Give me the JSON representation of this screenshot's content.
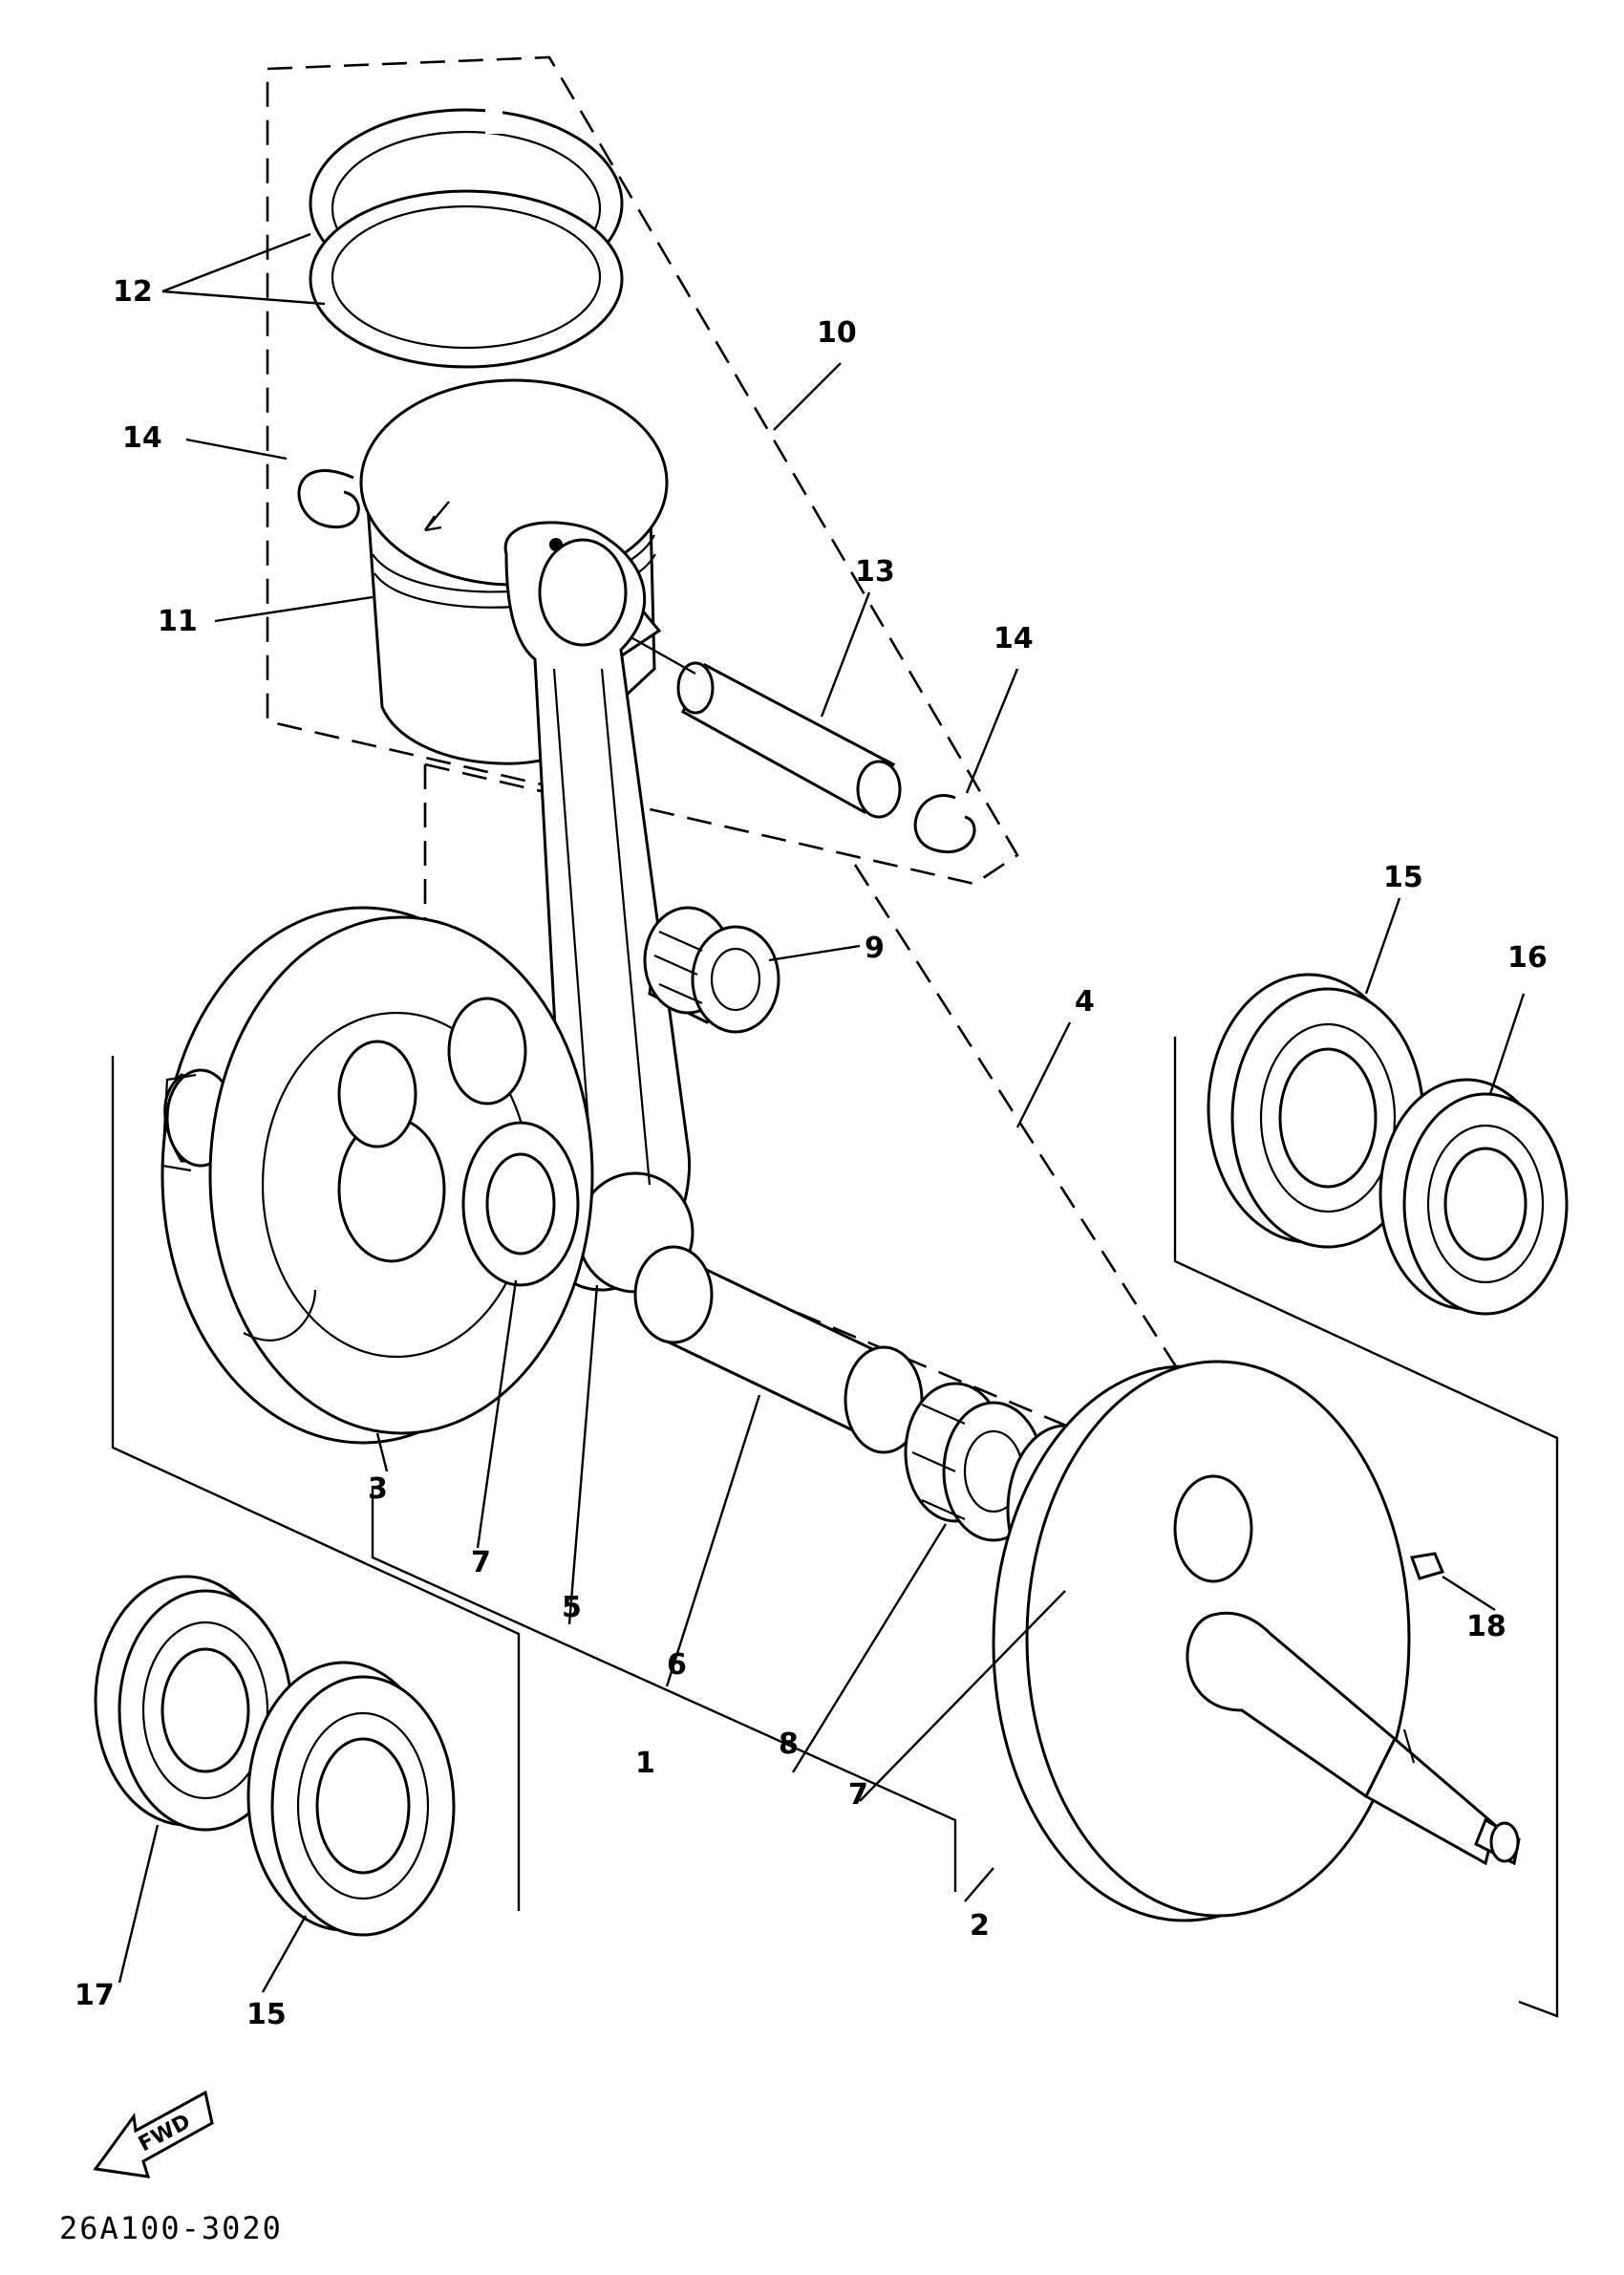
{
  "diagram": {
    "part_labels": {
      "p1": "1",
      "p2": "2",
      "p3": "3",
      "p4": "4",
      "p5": "5",
      "p6": "6",
      "p7a": "7",
      "p7b": "7",
      "p8": "8",
      "p9": "9",
      "p10": "10",
      "p11": "11",
      "p12": "12",
      "p13": "13",
      "p14a": "14",
      "p14b": "14",
      "p15a": "15",
      "p15b": "15",
      "p16": "16",
      "p17": "17",
      "p18": "18"
    },
    "fwd_label": "FWD",
    "drawing_code": "26A100-3020"
  }
}
